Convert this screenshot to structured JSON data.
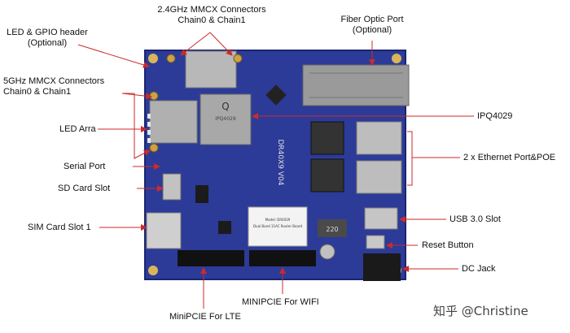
{
  "labels": {
    "wifi24": [
      "2.4GHz MMCX Connectors",
      "Chain0  & Chain1"
    ],
    "fiber": [
      "Fiber Optic Port",
      "(Optional)"
    ],
    "led_gpio": [
      "LED & GPIO header",
      "(Optional)"
    ],
    "wifi5": [
      "5GHz MMCX Connectors",
      "Chain0 & Chain1"
    ],
    "led_arra": "LED Arra",
    "serial": "Serial Port",
    "sd": "SD Card Slot",
    "sim": "SIM Card Slot 1",
    "ipq": "IPQ4029",
    "eth": "2 x Ethernet Port&POE",
    "usb": "USB 3.0 Slot",
    "reset": "Reset Button",
    "dc": "DC Jack",
    "mpcie_wifi": "MINIPCIE For WIFI",
    "mpcie_lte": "MiniPCIE For LTE"
  },
  "board": {
    "silk_model": "DR40X9 V04",
    "chip_text": "IPQ4029",
    "chip_logo": "Q",
    "sticker_model": "Model: DR4029",
    "sticker_sub": "Dual Band 11AC Router Board",
    "mem_label": "220"
  },
  "watermark": "知乎 @Christine",
  "colors": {
    "board": "#2c3b98",
    "arrow": "#cc2a2a"
  }
}
